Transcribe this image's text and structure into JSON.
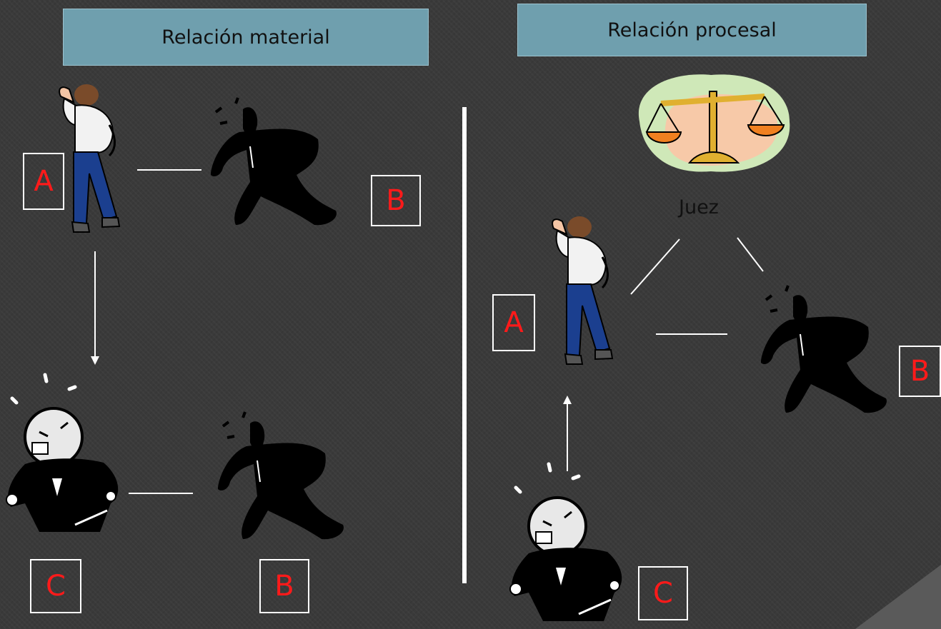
{
  "titles": {
    "material": "Relación material",
    "procesal": "Relación procesal"
  },
  "labels": {
    "a_material": "A",
    "b_material_top": "B",
    "c_material": "C",
    "b_material_bottom": "B",
    "a_procesal": "A",
    "b_procesal": "B",
    "c_procesal": "C",
    "judge": "Juez"
  },
  "colors": {
    "background": "#3a3a3a",
    "title_box": "#6f9fae",
    "letter": "#ff1a1a",
    "line": "#ffffff"
  },
  "icons": {
    "person_a": "thinking-man-icon",
    "person_b": "running-man-icon",
    "person_c": "angry-man-icon",
    "scale": "justice-scale-icon"
  }
}
